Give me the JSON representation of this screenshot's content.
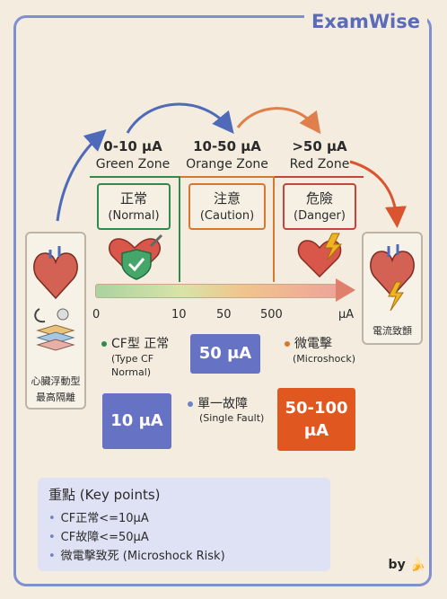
{
  "brand": "ExamWise",
  "zones": [
    {
      "range": "0-10 μA",
      "name": "Green Zone",
      "zh": "正常",
      "en": "(Normal)",
      "color": "#2f8a4b"
    },
    {
      "range": "10-50 μA",
      "name": "Orange Zone",
      "zh": "注意",
      "en": "(Caution)",
      "color": "#d9772d"
    },
    {
      "range": ">50 μA",
      "name": "Red Zone",
      "zh": "危險",
      "en": "(Danger)",
      "color": "#c8443a"
    }
  ],
  "axis": {
    "ticks": [
      "0",
      "10",
      "50",
      "500"
    ],
    "unit": "μA"
  },
  "left_panel": {
    "line1": "心臟浮動型",
    "line2": "最高隔離"
  },
  "right_panel": {
    "label": "電流致顫"
  },
  "legend": {
    "cf_normal": {
      "main": "CF型 正常",
      "sub1": "(Type CF",
      "sub2": "Normal)",
      "color": "#2f8a4b"
    },
    "single_fault": {
      "main": "單一故障",
      "sub": "(Single Fault)",
      "color": "#6f7fc8"
    },
    "microshock": {
      "main": "微電擊",
      "sub": "(Microshock)",
      "color": "#d9772d"
    }
  },
  "values": {
    "v50": "50 μA",
    "v10": "10 μA",
    "v100_line1": "50-100",
    "v100_line2": "μA"
  },
  "key_points": {
    "title": "重點 (Key points)",
    "items": [
      "CF正常<=10μA",
      "CF故障<=50μA",
      "微電擊致死 (Microshock Risk)"
    ]
  },
  "by": "by 🍌",
  "colors": {
    "blue_box": "#6673c4",
    "orange_box": "#e0581f",
    "accent": "#5b6bb8"
  }
}
